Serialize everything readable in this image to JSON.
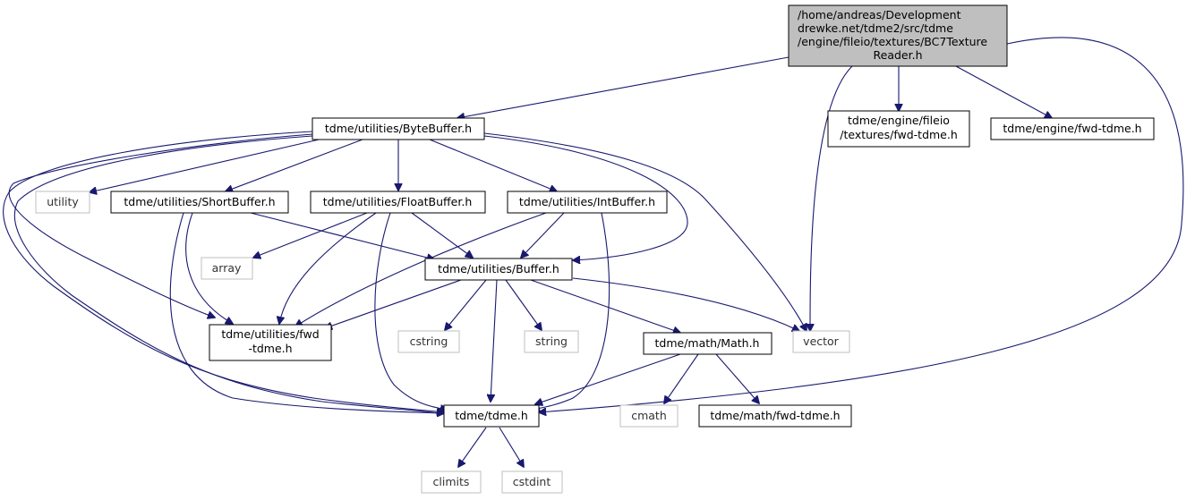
{
  "graph": {
    "root": {
      "lines": [
        "/home/andreas/Development",
        "drewke.net/tdme2/src/tdme",
        "/engine/fileio/textures/BC7Texture",
        "Reader.h"
      ]
    },
    "nodes": {
      "fileio_fwd": {
        "lines": [
          "tdme/engine/fileio",
          "/textures/fwd-tdme.h"
        ]
      },
      "engine_fwd": {
        "label": "tdme/engine/fwd-tdme.h"
      },
      "bytebuffer": {
        "label": "tdme/utilities/ByteBuffer.h"
      },
      "utility": {
        "label": "utility"
      },
      "shortbuffer": {
        "label": "tdme/utilities/ShortBuffer.h"
      },
      "floatbuffer": {
        "label": "tdme/utilities/FloatBuffer.h"
      },
      "intbuffer": {
        "label": "tdme/utilities/IntBuffer.h"
      },
      "array": {
        "label": "array"
      },
      "buffer": {
        "label": "tdme/utilities/Buffer.h"
      },
      "utilities_fwd": {
        "lines": [
          "tdme/utilities/fwd",
          "-tdme.h"
        ]
      },
      "cstring": {
        "label": "cstring"
      },
      "string": {
        "label": "string"
      },
      "math": {
        "label": "tdme/math/Math.h"
      },
      "vector": {
        "label": "vector"
      },
      "tdme": {
        "label": "tdme/tdme.h"
      },
      "cmath": {
        "label": "cmath"
      },
      "math_fwd": {
        "label": "tdme/math/fwd-tdme.h"
      },
      "climits": {
        "label": "climits"
      },
      "cstdint": {
        "label": "cstdint"
      }
    },
    "colors": {
      "edge": "#191970",
      "root_fill": "#bfbfbf",
      "system_border": "#bfbfbf",
      "node_border": "#000000"
    }
  }
}
